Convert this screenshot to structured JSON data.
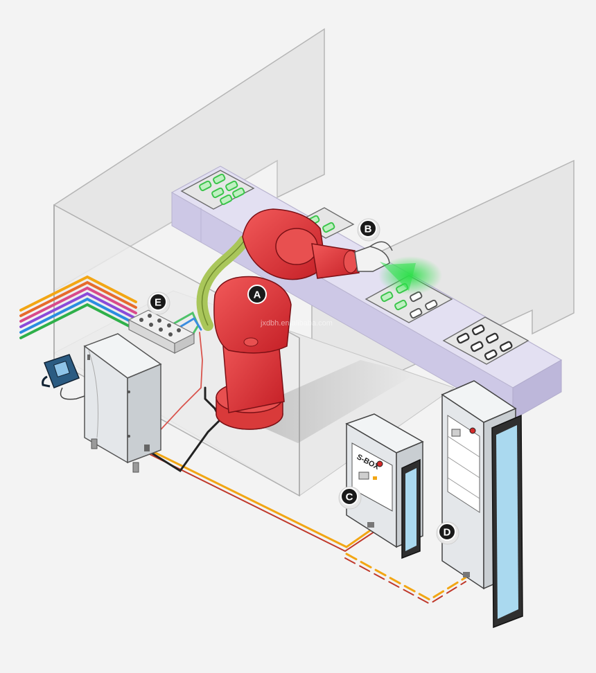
{
  "callouts": {
    "a": "A",
    "b": "B",
    "c": "C",
    "d": "D",
    "e": "E"
  },
  "sbox_label": "S-BOX",
  "watermark": "jxdbh.en.alibaba.com",
  "colors": {
    "background": "#f3f3f3",
    "robot": "#e83a3a",
    "conveyor": "#d8d4ec",
    "green_parts": "#34c43a",
    "fence": "#e4e4e4",
    "cabinet": "#d9dde0",
    "cable_orange": "#f2a614",
    "cable_red": "#c0392b",
    "callout_bg": "#1a1a1a"
  }
}
